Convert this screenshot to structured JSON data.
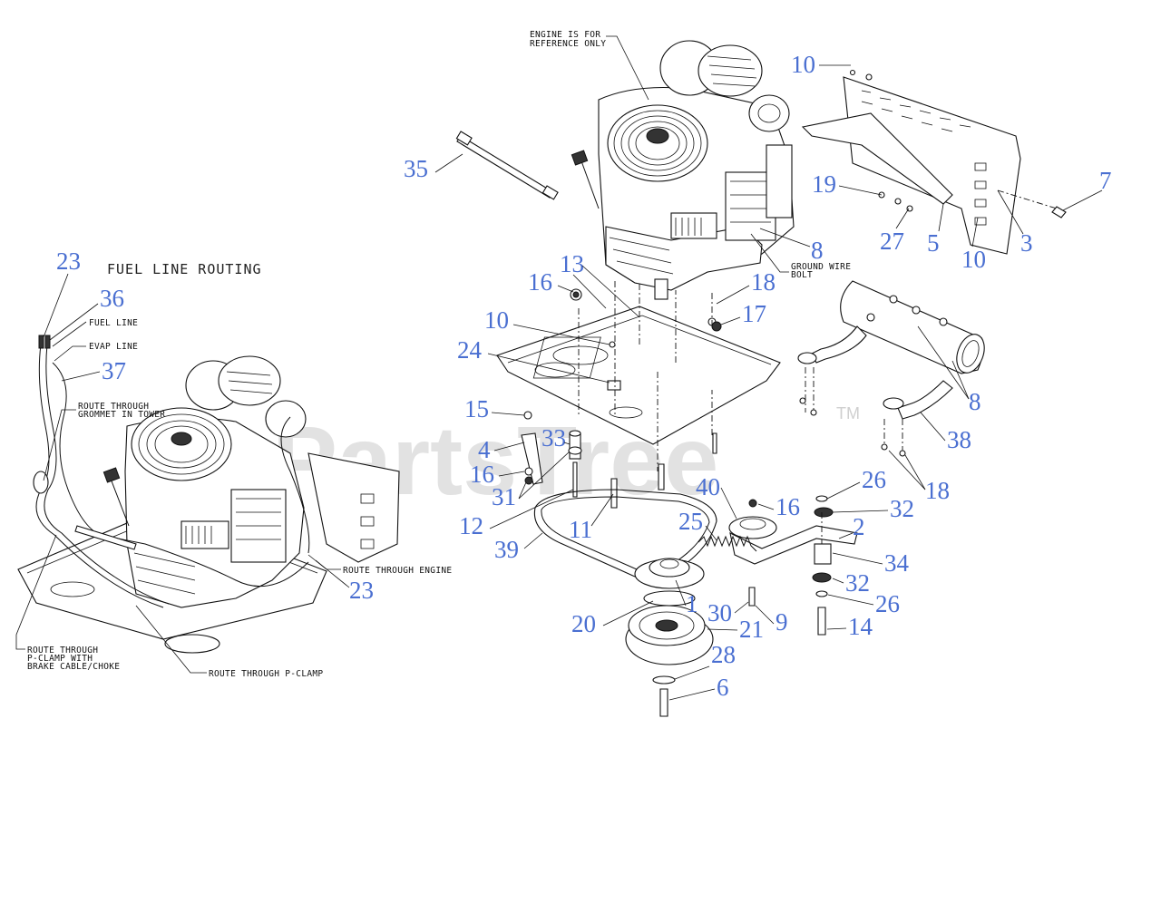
{
  "watermark": "PartsTree",
  "trademark": "TM",
  "section_title": "FUEL LINE ROUTING",
  "captions": {
    "engine_ref_1": "ENGINE IS FOR",
    "engine_ref_2": "REFERENCE ONLY",
    "ground_wire_1": "GROUND WIRE",
    "ground_wire_2": "BOLT",
    "fuel_line": "FUEL LINE",
    "evap_line": "EVAP LINE",
    "grommet_1": "ROUTE THROUGH",
    "grommet_2": "GROMMET IN TOWER",
    "through_engine": "ROUTE THROUGH ENGINE",
    "pclamp_brake_1": "ROUTE THROUGH",
    "pclamp_brake_2": "P-CLAMP WITH",
    "pclamp_brake_3": "BRAKE CABLE/CHOKE",
    "pclamp": "ROUTE THROUGH P-CLAMP"
  },
  "callouts": {
    "c10a": "10",
    "c35": "35",
    "c19": "19",
    "c7": "7",
    "c27": "27",
    "c5": "5",
    "c10b": "10",
    "c3": "3",
    "c8a": "8",
    "c23a": "23",
    "c36": "36",
    "c37": "37",
    "c16a": "16",
    "c13": "13",
    "c18a": "18",
    "c17": "17",
    "c10c": "10",
    "c24": "24",
    "c8b": "8",
    "c38": "38",
    "c15": "15",
    "c4": "4",
    "c33": "33",
    "c16b": "16",
    "c31": "31",
    "c12": "12",
    "c11": "11",
    "c39": "39",
    "c40": "40",
    "c25": "25",
    "c16c": "16",
    "c26a": "26",
    "c32a": "32",
    "c18b": "18",
    "c2": "2",
    "c34": "34",
    "c32b": "32",
    "c26b": "26",
    "c1": "1",
    "c30": "30",
    "c9": "9",
    "c20": "20",
    "c21": "21",
    "c14": "14",
    "c28": "28",
    "c6": "6",
    "c23b": "23"
  },
  "colors": {
    "callout": "#4a6fd1",
    "line": "#111111",
    "watermark": "#d6d6d6"
  }
}
